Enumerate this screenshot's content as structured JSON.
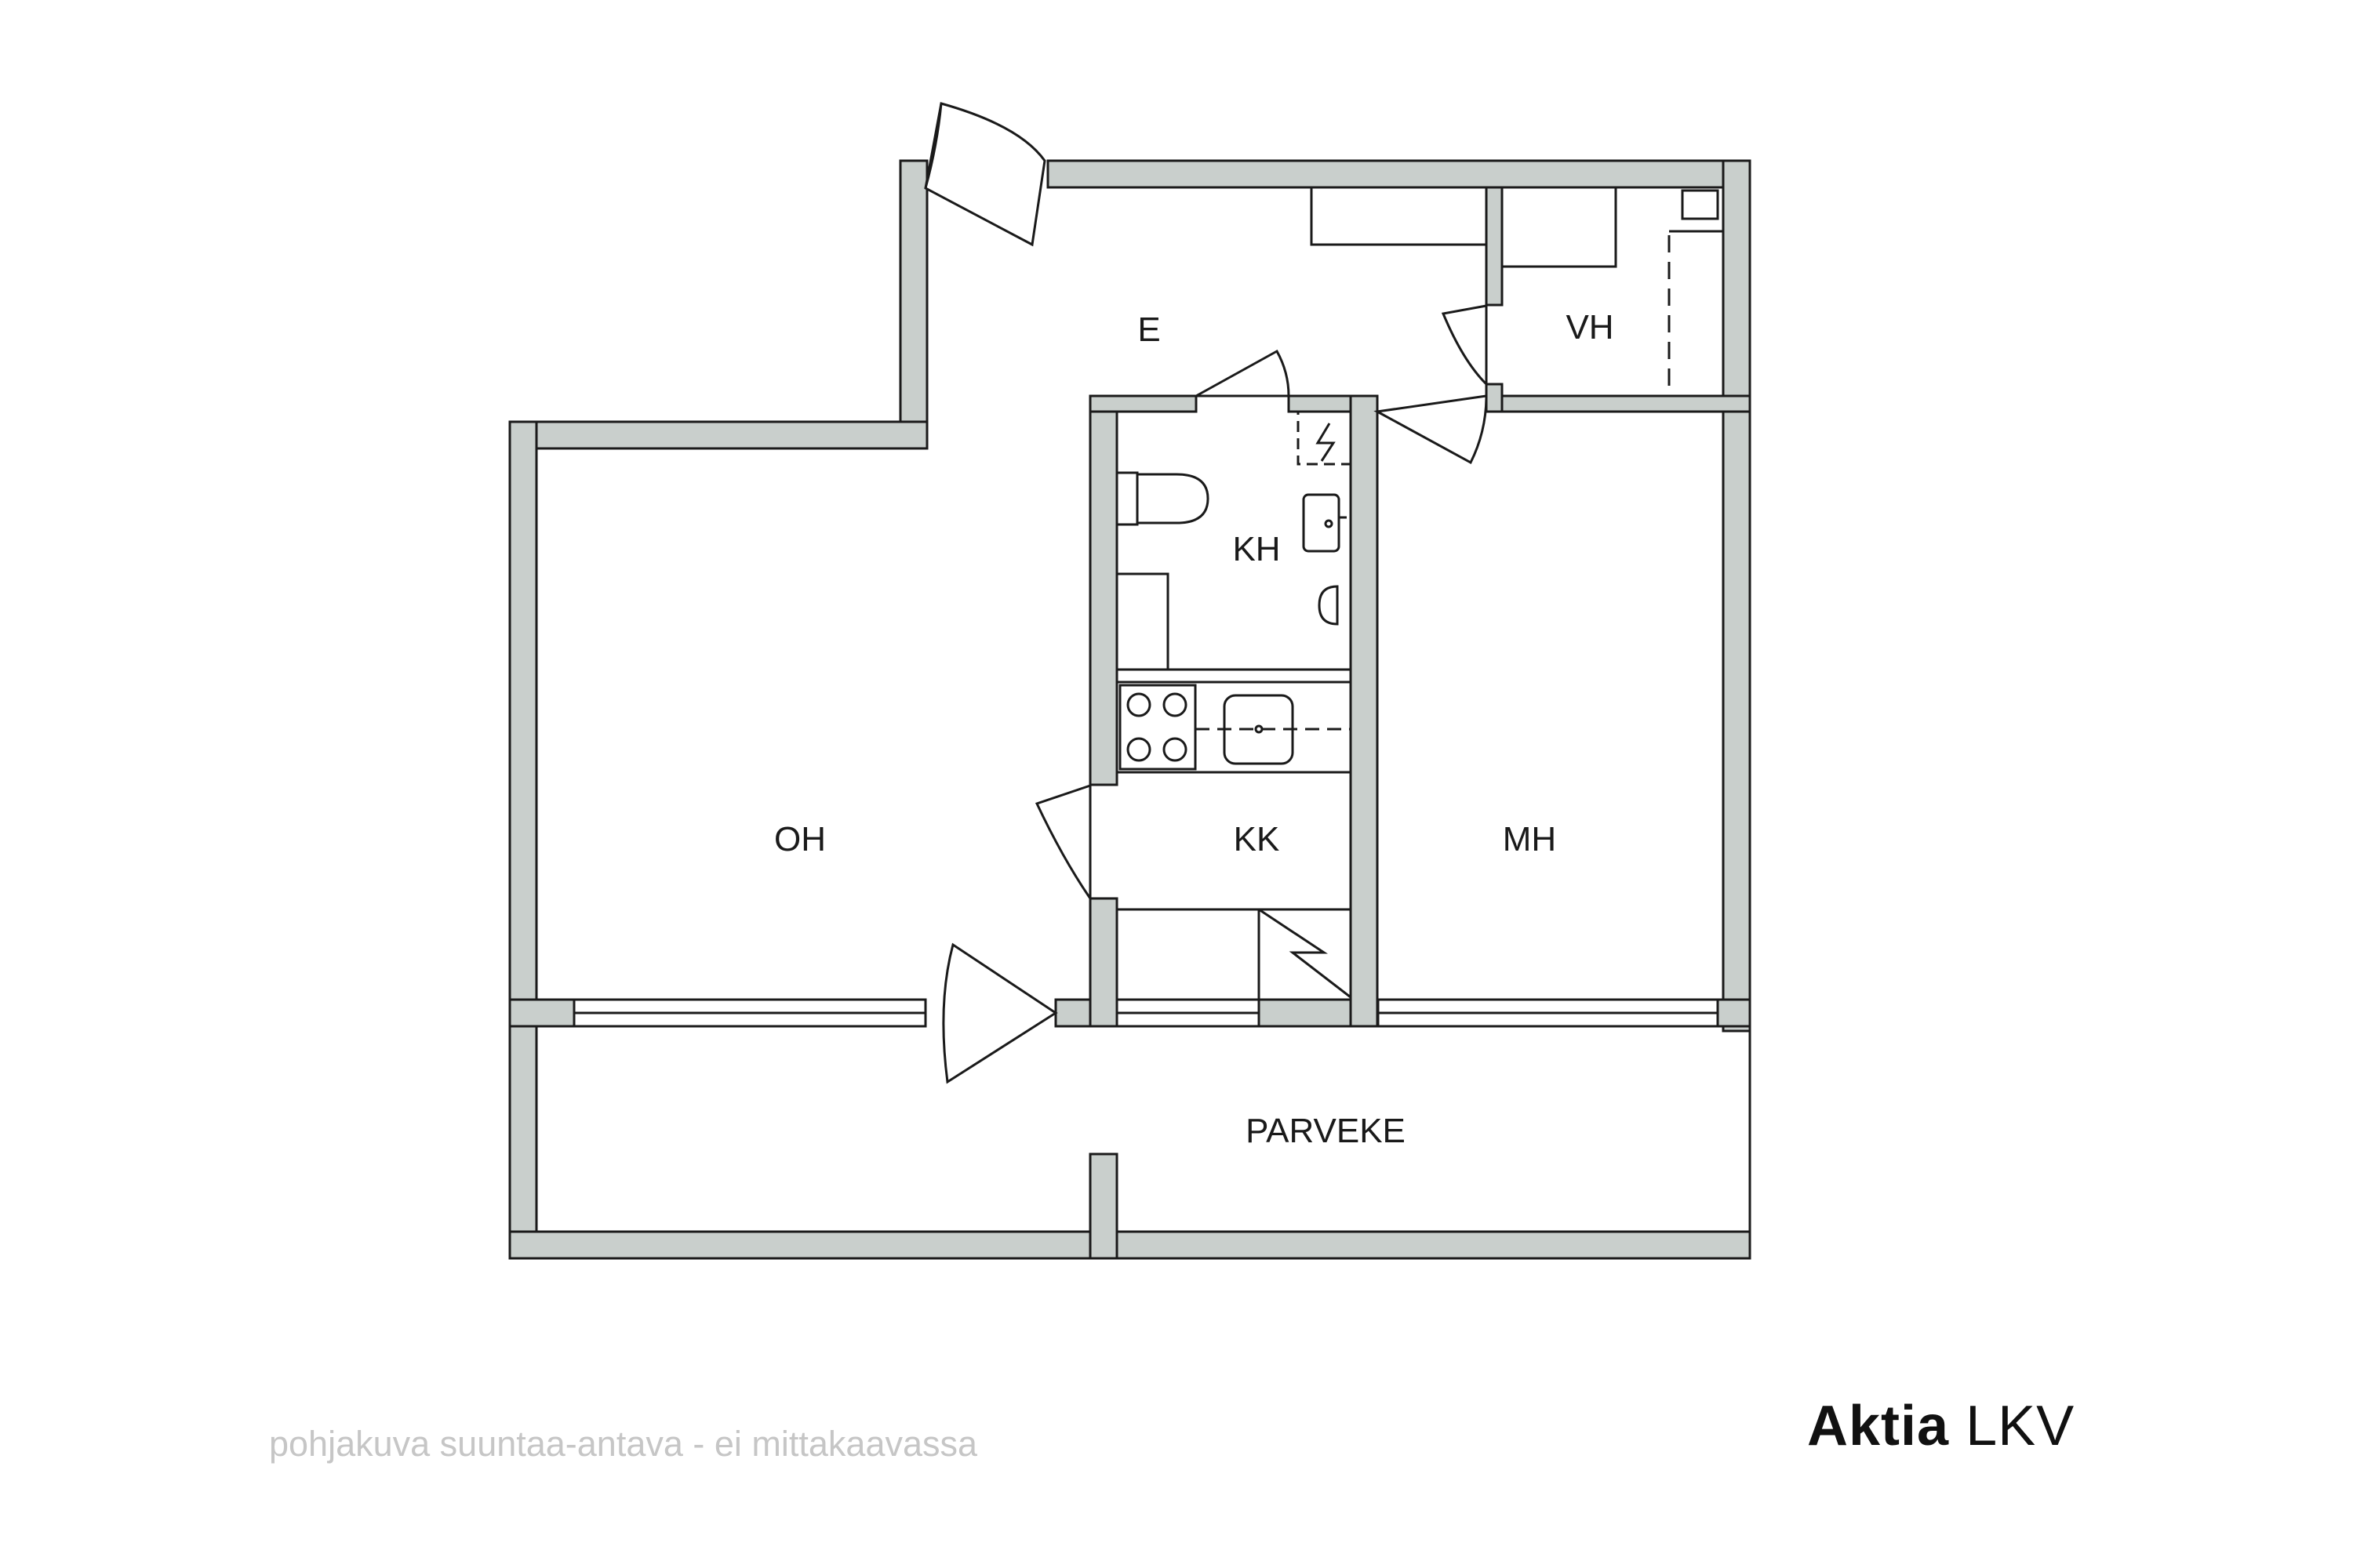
{
  "colors": {
    "wall": "#c9cfcc",
    "line": "#1a1a1a",
    "text": "#1a1a1a",
    "note": "#c6c6c6"
  },
  "rooms": {
    "e": "E",
    "vh": "VH",
    "kh": "KH",
    "oh": "OH",
    "kk": "KK",
    "mh": "MH",
    "parveke": "PARVEKE"
  },
  "footer": {
    "disclaimer": "pohjakuva suuntaa-antava - ei mittakaavassa",
    "brand_strong": "Aktia",
    "brand_light": "LKV"
  },
  "icons": [
    "toilet-icon",
    "sink-icon",
    "stove-icon",
    "kitchen-sink-icon",
    "shower-icon",
    "door-icon",
    "window-icon",
    "stair-icon"
  ]
}
